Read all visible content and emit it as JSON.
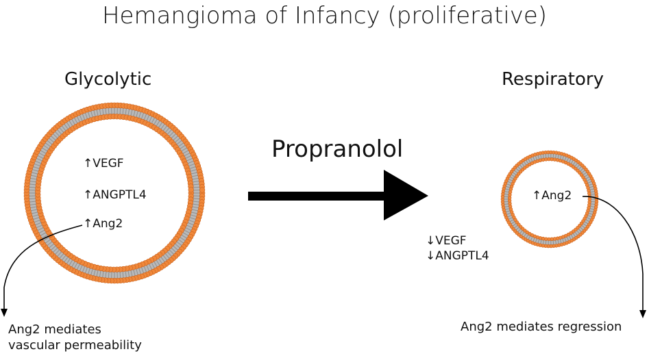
{
  "title": "Hemangioma of Infancy (proliferative)",
  "left_state": {
    "heading": "Glycolytic",
    "markers": [
      {
        "arrow": "↑",
        "name": "VEGF"
      },
      {
        "arrow": "↑",
        "name": "ANGPTL4"
      },
      {
        "arrow": "↑",
        "name": "Ang2"
      }
    ],
    "note_lines": [
      "Ang2 mediates",
      "vascular permeability"
    ]
  },
  "treatment": {
    "label": "Propranolol"
  },
  "right_state": {
    "heading": "Respiratory",
    "inside_marker": {
      "arrow": "↑",
      "name": "Ang2"
    },
    "outside_markers": [
      {
        "arrow": "↓",
        "name": "VEGF"
      },
      {
        "arrow": "↓",
        "name": "ANGPTL4"
      }
    ],
    "note": "Ang2 mediates regression"
  },
  "colors": {
    "membrane_orange": "#f0883a",
    "membrane_orange_dark": "#c8611d",
    "membrane_tail": "#b9b9b9",
    "arrow": "#000000",
    "text": "#111111"
  }
}
